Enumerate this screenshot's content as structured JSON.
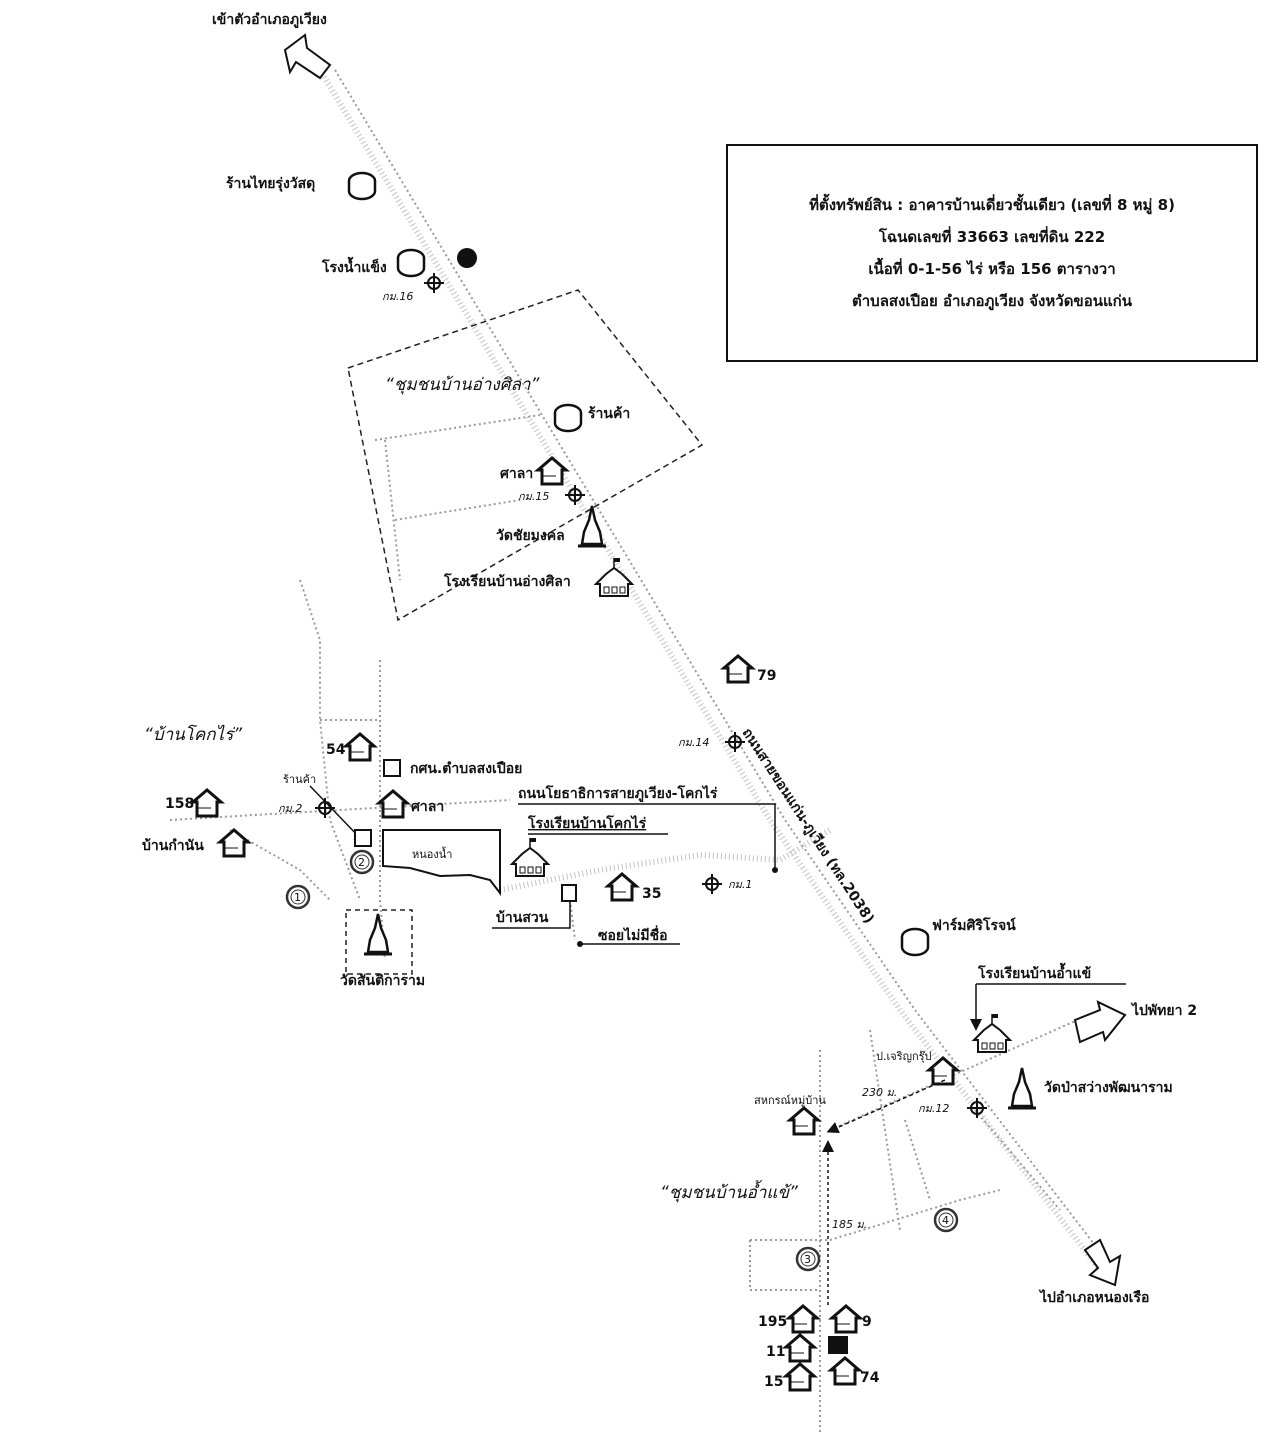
{
  "info_box": {
    "line1": "ที่ตั้งทรัพย์สิน : อาคารบ้านเดี่ยวชั้นเดียว (เลขที่ 8 หมู่ 8)",
    "line2": "โฉนดเลขที่ 33663  เลขที่ดิน 222",
    "line3": "เนื้อที่ 0-1-56 ไร่ หรือ 156 ตารางวา",
    "line4": "ตำบลสงเปือย   อำเภอภูเวียง    จังหวัดขอนแก่น"
  },
  "directions": {
    "north": "เข้าตัวอำเภอภูเวียง",
    "east": "ไปพัทยา 2",
    "southeast": "ไปอำเภอหนองเรือ"
  },
  "roads": {
    "main": "ถนนสายขอนแก่น-ภูเวียง (ทล.2038)",
    "local": "ถนนโยธาธิการสายภูเวียง-โคกไร่",
    "soi": "ซอยไม่มีชื่อ"
  },
  "communities": {
    "ang_sila": "“ชุมชนบ้านอ่างศิลา”",
    "khok_rai": "“บ้านโคกไร่”",
    "am_khae": "“ชุมชนบ้านอ้ำแข้”"
  },
  "places": {
    "thai_rung": "ร้านไทยรุ่งวัสดุ",
    "ice_plant": "โรงน้ำแข็ง",
    "shop1": "ร้านค้า",
    "sala1": "ศาลา",
    "wat_chai": "วัดชัยมงคล",
    "school_ang_sila": "โรงเรียนบ้านอ่างศิลา",
    "house79": "79",
    "house54": "54",
    "kson": "กศน.ตำบลสงเปือย",
    "shop2": "ร้านค้า",
    "sala2": "ศาลา",
    "house158": "158",
    "kamnan": "บ้านกำนัน",
    "pond": "หนองน้ำ",
    "school_khok_rai": "โรงเรียนบ้านโคกไร่",
    "garden": "บ้านสวน",
    "house35": "35",
    "wat_santi": "วัดสันติการาม",
    "farm": "ฟาร์มศิริโรจน์",
    "school_am_khae": "โรงเรียนบ้านอ้ำแข้",
    "prajarn": "ป.เจริญกรุ๊ป",
    "coop": "สหกรณ์หมู่บ้าน",
    "wat_pa": "วัดป่าสว่างพัฒนาราม",
    "h195": "195",
    "h9": "9",
    "h11": "11",
    "h15": "15",
    "h74": "74"
  },
  "km_markers": {
    "km16": "กม.16",
    "km15": "กม.15",
    "km14": "กม.14",
    "km2": "กม.2",
    "km1": "กม.1",
    "km12": "กม.12"
  },
  "distances": {
    "d230": "230 ม.",
    "d185": "185 ม."
  },
  "route_numbers": [
    "1",
    "2",
    "3",
    "4"
  ]
}
